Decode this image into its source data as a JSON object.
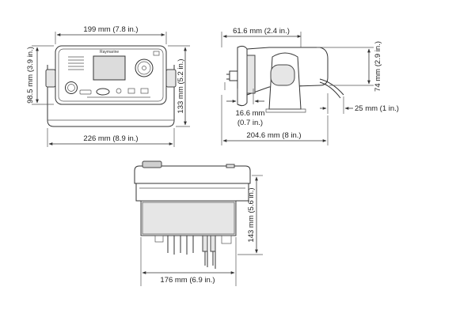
{
  "brand_label": "Raymarine",
  "front_view": {
    "width_label": "199 mm (7.8 in.)",
    "height_label": "98.5 mm (3.9 in.)",
    "bracket_height_label": "133 mm (5.2 in.)",
    "bracket_width_label": "226 mm (8.9 in.)"
  },
  "side_view": {
    "depth_label": "61.6 mm (2.4 in.)",
    "height_label": "74 mm (2.9 in.)",
    "knob_label_line1": "16.6 mm",
    "knob_label_line2": "(0.7 in.)",
    "cable_label": "25 mm (1 in.)",
    "total_depth_label": "204.6 mm (8 in.)"
  },
  "top_view": {
    "height_label": "143 mm (5.6 in.)",
    "width_label": "176 mm (6.9 in.)"
  }
}
